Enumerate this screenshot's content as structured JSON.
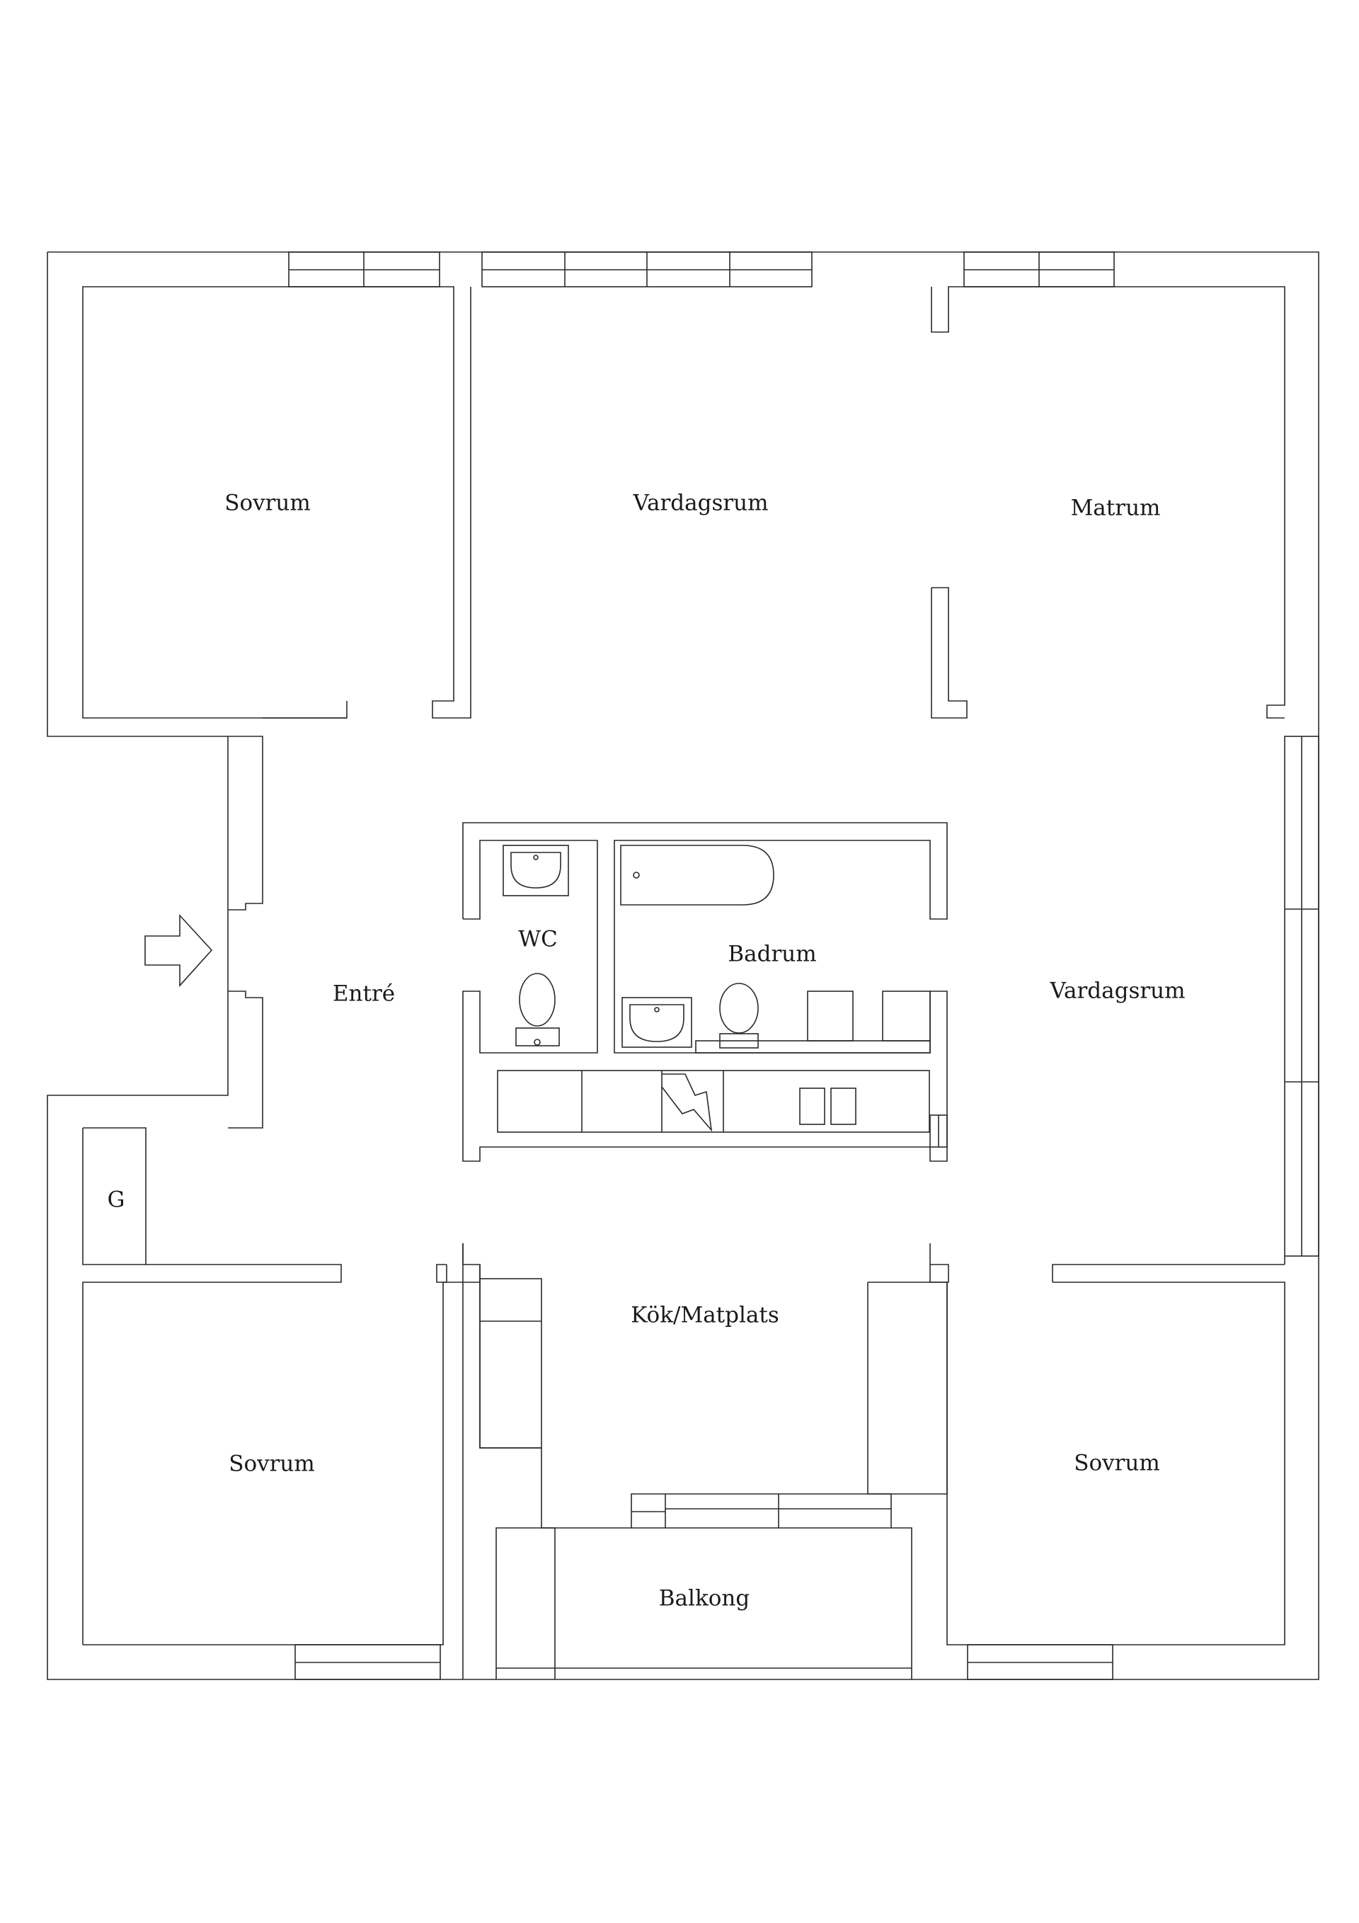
{
  "rooms": {
    "sovrum_nw": "Sovrum",
    "vardagsrum_n": "Vardagsrum",
    "matrum": "Matrum",
    "wc": "WC",
    "badrum": "Badrum",
    "entre": "Entré",
    "vardagsrum_e": "Vardagsrum",
    "garderob": "G",
    "kok_matplats": "Kök/Matplats",
    "sovrum_sw": "Sovrum",
    "sovrum_se": "Sovrum",
    "balkong": "Balkong"
  },
  "icons": {
    "entrance": "entrance-arrow-icon",
    "electrical_panel": "lightning-bolt-icon"
  }
}
